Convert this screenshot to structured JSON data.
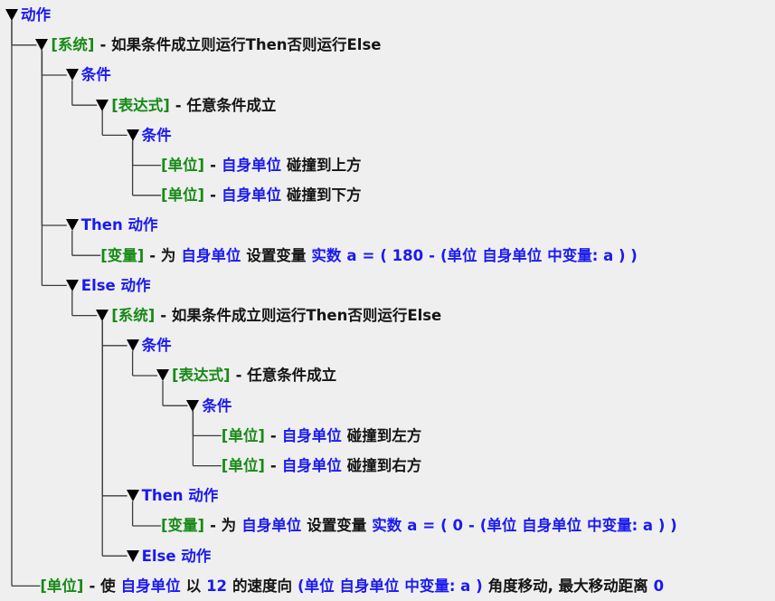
{
  "colors": {
    "keyword_blue": "#1a1af0",
    "category_green": "#178a17",
    "text_black": "#151515",
    "connector": "#3c3c3c",
    "background": "#efefef"
  },
  "icons": {
    "expander": "triangle-down-icon"
  },
  "rows": [
    {
      "indent": 0,
      "expander": true,
      "segments": [
        {
          "t": "动作",
          "c": "blue"
        }
      ]
    },
    {
      "indent": 1,
      "expander": true,
      "segments": [
        {
          "t": "[系统]",
          "c": "green"
        },
        {
          "t": "- 如果条件成立则运行Then否则运行Else",
          "c": "black"
        }
      ]
    },
    {
      "indent": 2,
      "expander": true,
      "segments": [
        {
          "t": "条件",
          "c": "blue"
        }
      ]
    },
    {
      "indent": 3,
      "expander": true,
      "segments": [
        {
          "t": "[表达式]",
          "c": "green"
        },
        {
          "t": "- 任意条件成立",
          "c": "black"
        }
      ]
    },
    {
      "indent": 4,
      "expander": true,
      "segments": [
        {
          "t": "条件",
          "c": "blue"
        }
      ]
    },
    {
      "indent": 5,
      "expander": false,
      "segments": [
        {
          "t": "[单位]",
          "c": "green"
        },
        {
          "t": "-",
          "c": "black"
        },
        {
          "t": "自身单位",
          "c": "blue"
        },
        {
          "t": "碰撞到上方",
          "c": "black"
        }
      ]
    },
    {
      "indent": 5,
      "expander": false,
      "segments": [
        {
          "t": "[单位]",
          "c": "green"
        },
        {
          "t": "-",
          "c": "black"
        },
        {
          "t": "自身单位",
          "c": "blue"
        },
        {
          "t": "碰撞到下方",
          "c": "black"
        }
      ]
    },
    {
      "indent": 2,
      "expander": true,
      "segments": [
        {
          "t": "Then 动作",
          "c": "blue"
        }
      ]
    },
    {
      "indent": 3,
      "expander": false,
      "segments": [
        {
          "t": "[变量]",
          "c": "green"
        },
        {
          "t": "- 为",
          "c": "black"
        },
        {
          "t": "自身单位",
          "c": "blue"
        },
        {
          "t": "设置变量",
          "c": "black"
        },
        {
          "t": "实数",
          "c": "blue"
        },
        {
          "t": "a",
          "c": "blue"
        },
        {
          "t": "=",
          "c": "blue"
        },
        {
          "t": "( 180",
          "c": "blue"
        },
        {
          "t": "-",
          "c": "blue"
        },
        {
          "t": "(单位 自身单位",
          "c": "blue"
        },
        {
          "t": "中变量: a ) )",
          "c": "blue"
        }
      ]
    },
    {
      "indent": 2,
      "expander": true,
      "segments": [
        {
          "t": "Else 动作",
          "c": "blue"
        }
      ]
    },
    {
      "indent": 3,
      "expander": true,
      "segments": [
        {
          "t": "[系统]",
          "c": "green"
        },
        {
          "t": "- 如果条件成立则运行Then否则运行Else",
          "c": "black"
        }
      ]
    },
    {
      "indent": 4,
      "expander": true,
      "segments": [
        {
          "t": "条件",
          "c": "blue"
        }
      ]
    },
    {
      "indent": 5,
      "expander": true,
      "segments": [
        {
          "t": "[表达式]",
          "c": "green"
        },
        {
          "t": "- 任意条件成立",
          "c": "black"
        }
      ]
    },
    {
      "indent": 6,
      "expander": true,
      "segments": [
        {
          "t": "条件",
          "c": "blue"
        }
      ]
    },
    {
      "indent": 7,
      "expander": false,
      "segments": [
        {
          "t": "[单位]",
          "c": "green"
        },
        {
          "t": "-",
          "c": "black"
        },
        {
          "t": "自身单位",
          "c": "blue"
        },
        {
          "t": "碰撞到左方",
          "c": "black"
        }
      ]
    },
    {
      "indent": 7,
      "expander": false,
      "segments": [
        {
          "t": "[单位]",
          "c": "green"
        },
        {
          "t": "-",
          "c": "black"
        },
        {
          "t": "自身单位",
          "c": "blue"
        },
        {
          "t": "碰撞到右方",
          "c": "black"
        }
      ]
    },
    {
      "indent": 4,
      "expander": true,
      "segments": [
        {
          "t": "Then 动作",
          "c": "blue"
        }
      ]
    },
    {
      "indent": 5,
      "expander": false,
      "segments": [
        {
          "t": "[变量]",
          "c": "green"
        },
        {
          "t": "- 为",
          "c": "black"
        },
        {
          "t": "自身单位",
          "c": "blue"
        },
        {
          "t": "设置变量",
          "c": "black"
        },
        {
          "t": "实数",
          "c": "blue"
        },
        {
          "t": "a",
          "c": "blue"
        },
        {
          "t": "=",
          "c": "blue"
        },
        {
          "t": "( 0",
          "c": "blue"
        },
        {
          "t": "-",
          "c": "blue"
        },
        {
          "t": "(单位 自身单位",
          "c": "blue"
        },
        {
          "t": "中变量: a ) )",
          "c": "blue"
        }
      ]
    },
    {
      "indent": 4,
      "expander": true,
      "segments": [
        {
          "t": "Else 动作",
          "c": "blue"
        }
      ]
    },
    {
      "indent": 1,
      "expander": false,
      "segments": [
        {
          "t": "[单位]",
          "c": "green"
        },
        {
          "t": "- 使",
          "c": "black"
        },
        {
          "t": "自身单位",
          "c": "blue"
        },
        {
          "t": "以",
          "c": "black"
        },
        {
          "t": "12",
          "c": "blue"
        },
        {
          "t": "的速度向",
          "c": "black"
        },
        {
          "t": "(单位 自身单位",
          "c": "blue"
        },
        {
          "t": "中变量: a )",
          "c": "blue"
        },
        {
          "t": "角度移动, 最大移动距离",
          "c": "black"
        },
        {
          "t": "0",
          "c": "blue"
        }
      ]
    }
  ]
}
